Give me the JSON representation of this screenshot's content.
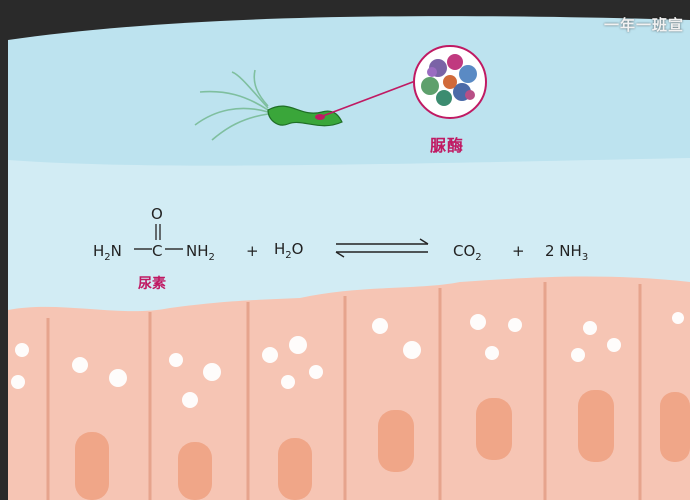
{
  "watermark": "一年一班宣",
  "enzyme": {
    "label": "脲酶"
  },
  "equation": {
    "oxygen": "O",
    "amine_left": "H",
    "amine_left_sub": "2",
    "amine_left_n": "N",
    "amine_right": "NH",
    "amine_right_sub": "2",
    "plus": "+",
    "water": "H",
    "water_sub": "2",
    "water_o": "O",
    "co2": "CO",
    "co2_sub": "2",
    "nh3_coef": "2 NH",
    "nh3_sub": "3",
    "carbon": "C"
  },
  "urea": {
    "label": "尿素"
  },
  "subtitle": "",
  "colors": {
    "stomach_top": "#bfe6f0",
    "mucus": "#cdeaf3",
    "cell_fill": "#f6c5b4",
    "cell_edge": "#e9a992",
    "nucleus": "#f0a688",
    "accent": "#c01a63",
    "bacterium": "#3aa63a"
  }
}
